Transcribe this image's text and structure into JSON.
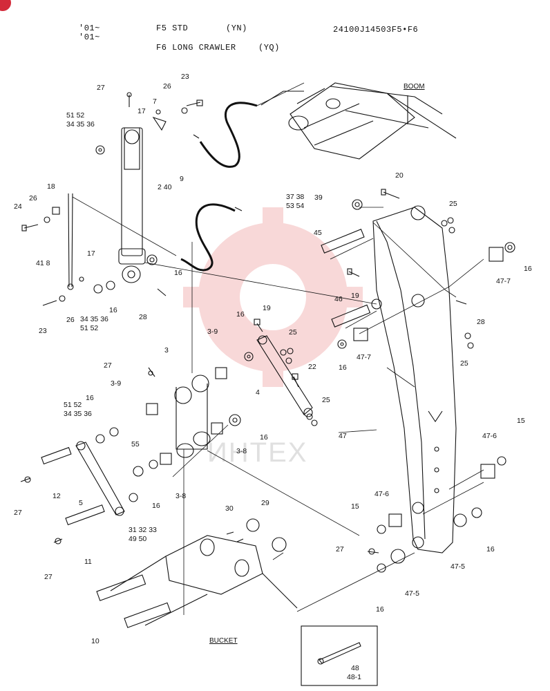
{
  "header": {
    "serial_top": "'01~",
    "serial_bottom": "'01~",
    "variant_std": "F5  STD",
    "variant_std_code": "(YN)",
    "variant_long": "F6 LONG CRAWLER",
    "variant_long_code": "(YQ)",
    "part_number": "24100J14503F5•F6"
  },
  "sections": {
    "boom": "BOOM",
    "bucket": "BUCKET"
  },
  "watermark": {
    "text": "ИНТЕХ",
    "color": "#e05050"
  },
  "inset": {
    "label_a": "48",
    "label_b": "48-1"
  },
  "callouts": [
    {
      "id": "c-23-top",
      "text": "23"
    },
    {
      "id": "c-27-top",
      "text": "27"
    },
    {
      "id": "c-26-top",
      "text": "26"
    },
    {
      "id": "c-7",
      "text": "7"
    },
    {
      "id": "c-17-top",
      "text": "17"
    },
    {
      "id": "c-5152-a",
      "text": "51 52"
    },
    {
      "id": "c-343536-a",
      "text": "34 35 36"
    },
    {
      "id": "c-9",
      "text": "9"
    },
    {
      "id": "c-18",
      "text": "18"
    },
    {
      "id": "c-240",
      "text": "2 40"
    },
    {
      "id": "c-26-left",
      "text": "26"
    },
    {
      "id": "c-24",
      "text": "24"
    },
    {
      "id": "c-418",
      "text": "41 8"
    },
    {
      "id": "c-17-mid",
      "text": "17"
    },
    {
      "id": "c-16-a",
      "text": "16"
    },
    {
      "id": "c-16-b",
      "text": "16"
    },
    {
      "id": "c-23-mid",
      "text": "23"
    },
    {
      "id": "c-26-mid",
      "text": "26"
    },
    {
      "id": "c-343536-b",
      "text": "34 35 36"
    },
    {
      "id": "c-5152-b",
      "text": "51 52"
    },
    {
      "id": "c-28-left",
      "text": "28"
    },
    {
      "id": "c-3738",
      "text": "37 38"
    },
    {
      "id": "c-5354",
      "text": "53 54"
    },
    {
      "id": "c-39",
      "text": "39"
    },
    {
      "id": "c-20",
      "text": "20"
    },
    {
      "id": "c-25-a",
      "text": "25"
    },
    {
      "id": "c-45",
      "text": "45"
    },
    {
      "id": "c-16-c",
      "text": "16"
    },
    {
      "id": "c-47-7-a",
      "text": "47-7"
    },
    {
      "id": "c-19-a",
      "text": "19"
    },
    {
      "id": "c-46",
      "text": "46"
    },
    {
      "id": "c-28-right",
      "text": "28"
    },
    {
      "id": "c-16-d",
      "text": "16"
    },
    {
      "id": "c-19-b",
      "text": "19"
    },
    {
      "id": "c-25-b",
      "text": "25"
    },
    {
      "id": "c-47-7-b",
      "text": "47-7"
    },
    {
      "id": "c-16-e",
      "text": "16"
    },
    {
      "id": "c-25-c",
      "text": "25"
    },
    {
      "id": "c-3-9-a",
      "text": "3-9"
    },
    {
      "id": "c-22",
      "text": "22"
    },
    {
      "id": "c-27-mid",
      "text": "27"
    },
    {
      "id": "c-3",
      "text": "3"
    },
    {
      "id": "c-4",
      "text": "4"
    },
    {
      "id": "c-25-d",
      "text": "25"
    },
    {
      "id": "c-3-9-b",
      "text": "3-9"
    },
    {
      "id": "c-16-f",
      "text": "16"
    },
    {
      "id": "c-5152-c",
      "text": "51 52"
    },
    {
      "id": "c-343536-c",
      "text": "34 35 36"
    },
    {
      "id": "c-16-g",
      "text": "16"
    },
    {
      "id": "c-3-8-a",
      "text": "3-8"
    },
    {
      "id": "c-47",
      "text": "47"
    },
    {
      "id": "c-15-right",
      "text": "15"
    },
    {
      "id": "c-47-6-a",
      "text": "47-6"
    },
    {
      "id": "c-55",
      "text": "55"
    },
    {
      "id": "c-27-left",
      "text": "27"
    },
    {
      "id": "c-12",
      "text": "12"
    },
    {
      "id": "c-5",
      "text": "5"
    },
    {
      "id": "c-16-h",
      "text": "16"
    },
    {
      "id": "c-3-8-b",
      "text": "3-8"
    },
    {
      "id": "c-47-6-b",
      "text": "47-6"
    },
    {
      "id": "c-15-mid",
      "text": "15"
    },
    {
      "id": "c-313233",
      "text": "31 32 33"
    },
    {
      "id": "c-4950",
      "text": "49 50"
    },
    {
      "id": "c-11",
      "text": "11"
    },
    {
      "id": "c-27-low",
      "text": "27"
    },
    {
      "id": "c-30",
      "text": "30"
    },
    {
      "id": "c-29",
      "text": "29"
    },
    {
      "id": "c-27-right",
      "text": "27"
    },
    {
      "id": "c-16-i",
      "text": "16"
    },
    {
      "id": "c-47-5-a",
      "text": "47-5"
    },
    {
      "id": "c-16-j",
      "text": "16"
    },
    {
      "id": "c-47-5-b",
      "text": "47-5"
    },
    {
      "id": "c-10",
      "text": "10"
    }
  ]
}
